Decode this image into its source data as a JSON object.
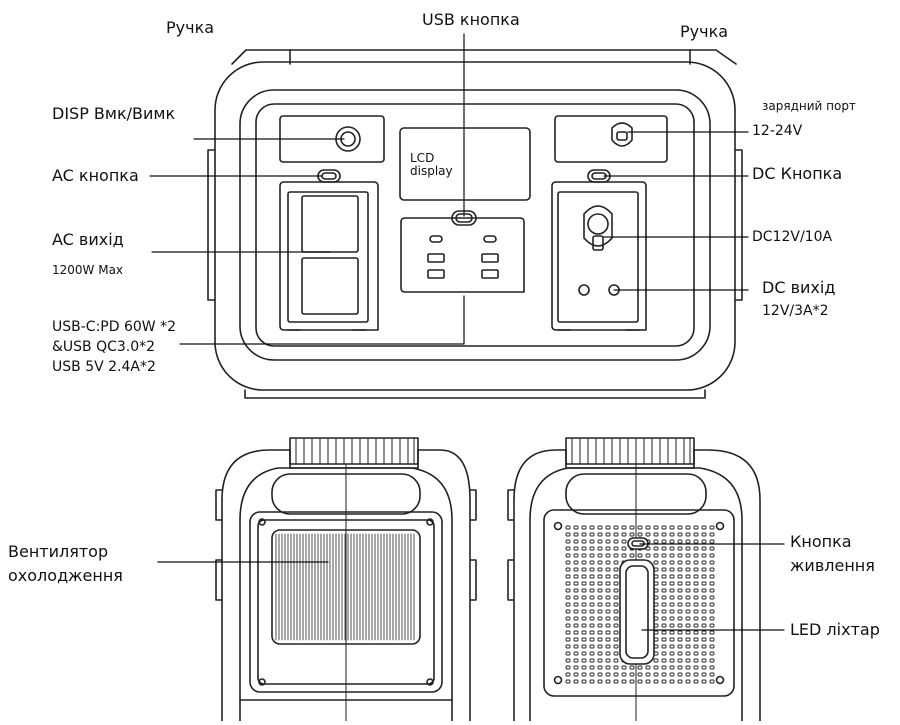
{
  "front": {
    "handle_left": "Ручка",
    "handle_right": "Ручка",
    "usb_button": "USB кнопка",
    "disp_button": "DISP Вмк/Вимк",
    "ac_button": "AC кнопка",
    "ac_output": "AC вихід",
    "ac_power": "1200W Max",
    "usb_spec_1": "USB-C:PD 60W *2",
    "usb_spec_2": "&USB QC3.0*2",
    "usb_spec_3": "USB 5V 2.4A*2",
    "lcd_1": "LCD",
    "lcd_2": "display",
    "charge_port": "зарядний порт",
    "charge_voltage": "12-24V",
    "dc_button": "DC Кнопка",
    "dc_12v": "DC12V/10A",
    "dc_output": "DC вихід",
    "dc_output_spec": "12V/3A*2"
  },
  "left_side": {
    "fan_1": "Вентилятор",
    "fan_2": "охолодження"
  },
  "right_side": {
    "power_button_1": "Кнопка",
    "power_button_2": "живлення",
    "led": "LED ліхтар"
  },
  "colors": {
    "line": "#111111",
    "device_stroke": "#222222",
    "fill": "#ffffff"
  }
}
